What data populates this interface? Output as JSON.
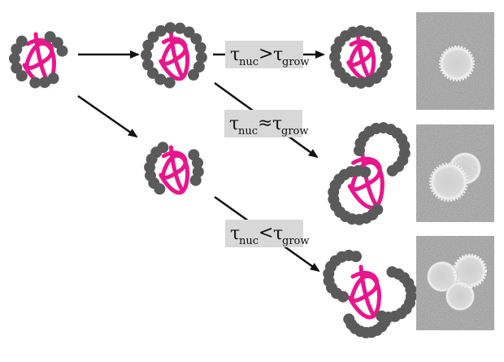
{
  "colors": {
    "polymer": "#e8168c",
    "particle": "#5a5a5a",
    "arrow": "#111111",
    "label_box": "#d8d8d8",
    "tem_background": "#9a9a9a"
  },
  "labels": {
    "top": {
      "symbol": "τ",
      "sub1": "nuc",
      "op": ">",
      "sub2": "grow"
    },
    "middle": {
      "symbol": "τ",
      "sub1": "nuc",
      "op": "≈",
      "sub2": "grow"
    },
    "bottom": {
      "symbol": "τ",
      "sub1": "nuc",
      "op": "<",
      "sub2": "grow"
    }
  },
  "micrographs": [
    {
      "description_name": "single-capsule-micrograph"
    },
    {
      "description_name": "dimer-micrograph"
    },
    {
      "description_name": "trimer-micrograph"
    }
  ]
}
